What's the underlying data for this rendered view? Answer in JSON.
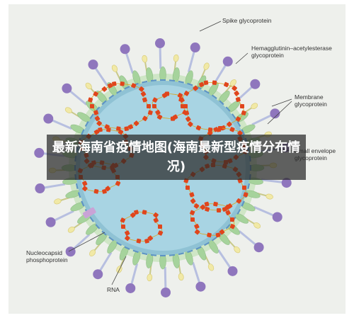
{
  "banner": {
    "title": "最新海南省疫情地图(海南最新型疫情分布情况)"
  },
  "labels": {
    "spike": "Spike glycoprotein",
    "hemagglutinin": "Hemagglutinin–acetylesterase\nglycoprotein",
    "membrane": "Membrane\nglycoprotein",
    "envelope": "Small envelope\nglycoprotein",
    "nucleocapsid": "Nucleocapsid\nphosphoprotein",
    "rna": "RNA"
  },
  "colors": {
    "page_bg": "#ffffff",
    "panel_bg": "#eef0ec",
    "core": "#a8d4e3",
    "spike_head": "#8f76bd",
    "spike_stalk": "#b7bfe0",
    "envelope_green": "#a6d39c",
    "hemagglutinin_yellow": "#f1e9a6",
    "membrane_blue": "#5d93c4",
    "rna_beads": "#e0451c"
  },
  "icons": [
    "virus-particle-illustration"
  ]
}
